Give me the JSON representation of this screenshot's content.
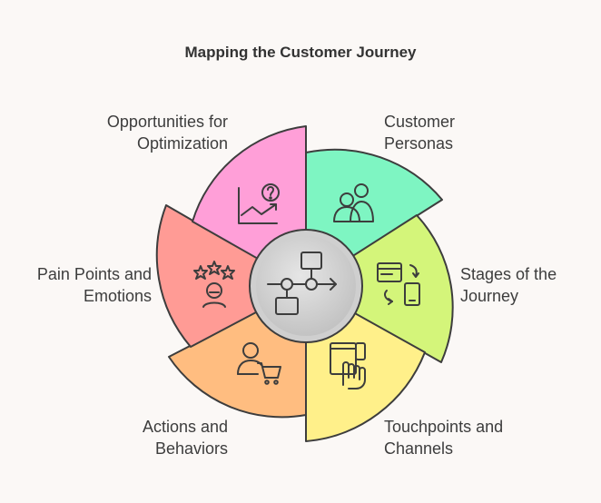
{
  "title": "Mapping the Customer Journey",
  "center": {
    "icon": "flowchart-icon",
    "color": "#c8c8c8"
  },
  "segments": [
    {
      "id": "customer-personas",
      "line1": "Customer",
      "line2": "Personas",
      "color": "#7ef5c2",
      "icon": "people-icon"
    },
    {
      "id": "stages",
      "line1": "Stages of the",
      "line2": "Journey",
      "color": "#d4f57a",
      "icon": "screen-transition-icon"
    },
    {
      "id": "touchpoints",
      "line1": "Touchpoints and",
      "line2": "Channels",
      "color": "#fff08a",
      "icon": "devices-touch-icon"
    },
    {
      "id": "actions",
      "line1": "Actions and",
      "line2": "Behaviors",
      "color": "#ffbd80",
      "icon": "person-cart-icon"
    },
    {
      "id": "pain-points",
      "line1": "Pain Points and",
      "line2": "Emotions",
      "color": "#ff9b95",
      "icon": "rating-face-icon"
    },
    {
      "id": "opportunities",
      "line1": "Opportunities for",
      "line2": "Optimization",
      "color": "#ff9fd8",
      "icon": "chart-question-icon"
    }
  ]
}
